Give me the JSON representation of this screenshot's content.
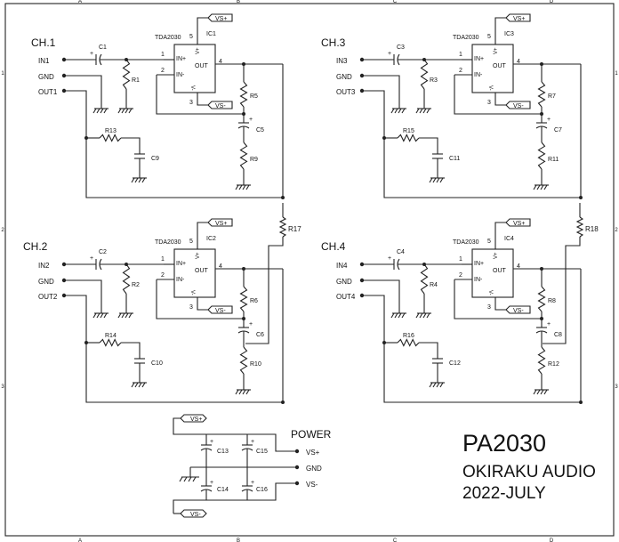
{
  "frame": {
    "col_labels": [
      "A",
      "B",
      "C",
      "D"
    ],
    "row_labels": [
      "1",
      "2",
      "3"
    ]
  },
  "channels": [
    {
      "title": "CH.1",
      "in": "IN1",
      "gnd": "GND",
      "out": "OUT1",
      "ic": "IC1",
      "chip": "TDA2030",
      "cin": "C1",
      "rin": "R1",
      "rfb": "R5",
      "cfb": "C5",
      "rg": "R9",
      "rf": "R13",
      "cf": "C9"
    },
    {
      "title": "CH.2",
      "in": "IN2",
      "gnd": "GND",
      "out": "OUT2",
      "ic": "IC2",
      "chip": "TDA2030",
      "cin": "C2",
      "rin": "R2",
      "rfb": "R6",
      "cfb": "C6",
      "rg": "R10",
      "rf": "R14",
      "cf": "C10"
    },
    {
      "title": "CH.3",
      "in": "IN3",
      "gnd": "GND",
      "out": "OUT3",
      "ic": "IC3",
      "chip": "TDA2030",
      "cin": "C3",
      "rin": "R3",
      "rfb": "R7",
      "cfb": "C7",
      "rg": "R11",
      "rf": "R15",
      "cf": "C11"
    },
    {
      "title": "CH.4",
      "in": "IN4",
      "gnd": "GND",
      "out": "OUT4",
      "ic": "IC4",
      "chip": "TDA2030",
      "cin": "C4",
      "rin": "R4",
      "rfb": "R8",
      "cfb": "C8",
      "rg": "R12",
      "rf": "R16",
      "cf": "C12"
    }
  ],
  "ic_pins": {
    "inp": "IN+",
    "inn": "IN-",
    "out": "OUT",
    "vp": "V+",
    "vm": "V-",
    "p1": "1",
    "p2": "2",
    "p3": "3",
    "p4": "4",
    "p5": "5"
  },
  "rails": {
    "pos": "VS+",
    "neg": "VS-"
  },
  "bridge": {
    "r17": "R17",
    "r18": "R18"
  },
  "power": {
    "title": "POWER",
    "vsp": "VS+",
    "gnd": "GND",
    "vsm": "VS-",
    "caps": [
      "C13",
      "C15",
      "C14",
      "C16"
    ]
  },
  "title_block": {
    "name": "PA2030",
    "maker": "OKIRAKU AUDIO",
    "date": "2022-JULY"
  }
}
